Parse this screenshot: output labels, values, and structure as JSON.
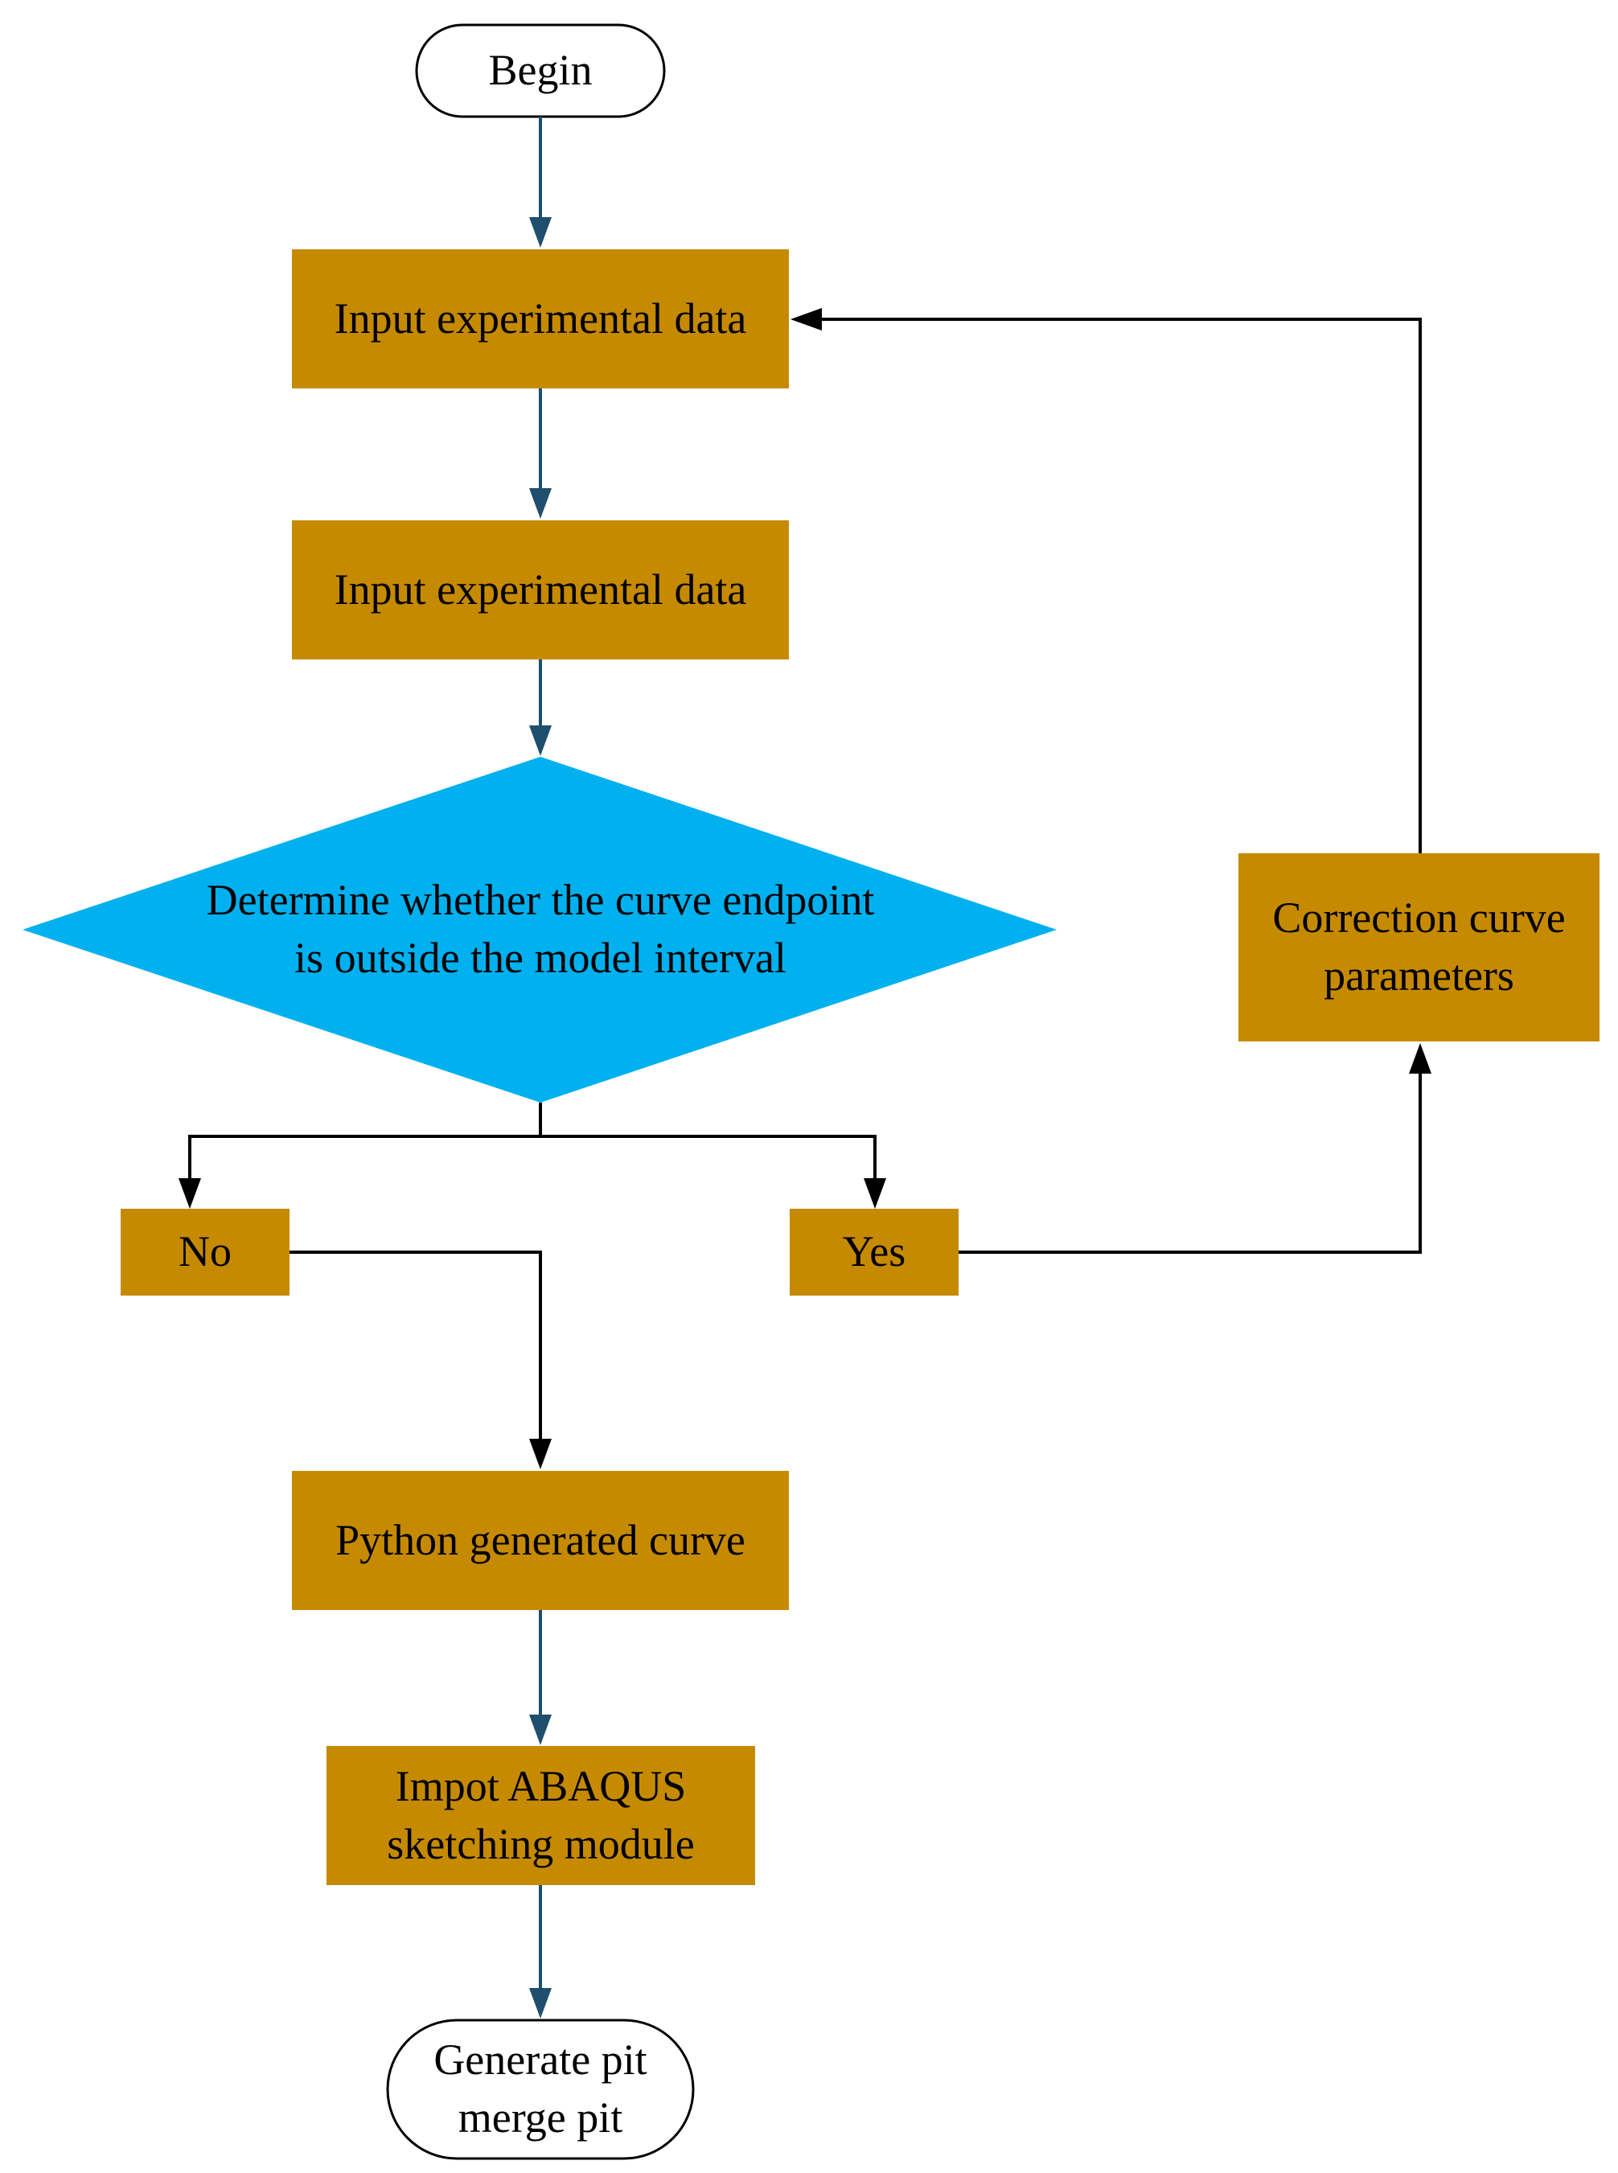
{
  "diagram": {
    "nodes": {
      "begin": "Begin",
      "input_data_1": "Input experimental data",
      "input_data_2": "Input experimental data",
      "decision": "Determine whether the curve endpoint\nis outside the model interval",
      "no": "No",
      "yes": "Yes",
      "correction": "Correction curve\nparameters",
      "python_curve": "Python generated curve",
      "import_abaqus": "Impot ABAQUS\nsketching module",
      "end": "Generate pit\nmerge pit"
    }
  },
  "colors": {
    "process_fill": "#c68a00",
    "decision_fill": "#00b0ef",
    "terminal_fill": "#ffffff",
    "main_arrow": "#1f4e6e",
    "branch_arrow": "#000000",
    "text": "#000000"
  }
}
